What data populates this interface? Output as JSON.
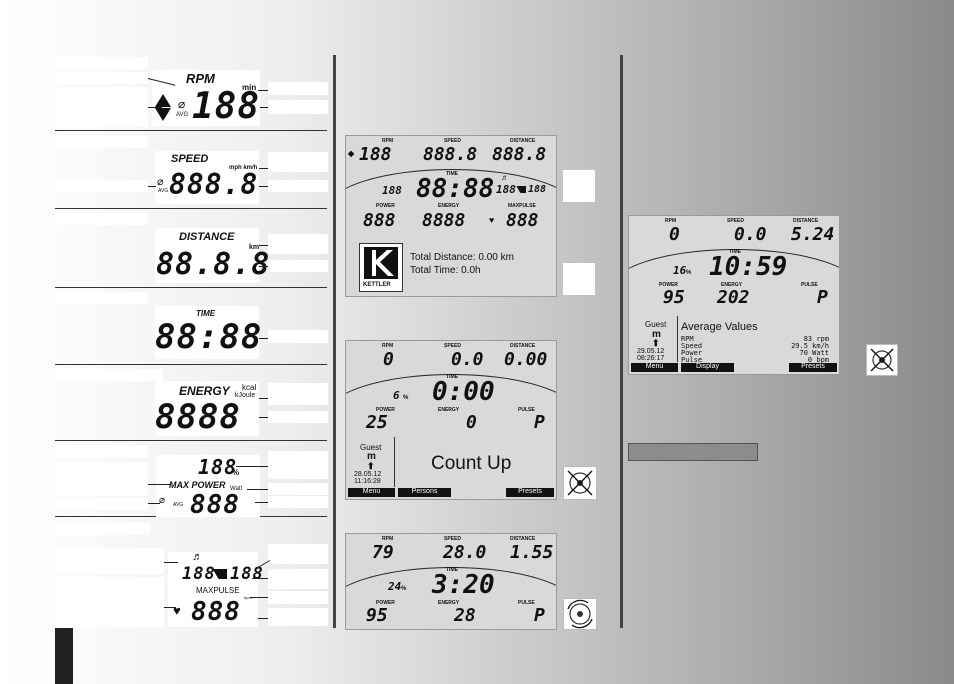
{
  "col1": {
    "rpm": {
      "label": "RPM",
      "unit": "min",
      "avg": "AVG",
      "digits": "188"
    },
    "speed": {
      "label": "SPEED",
      "unit": "mph km/h",
      "avg": "AVG",
      "digits": "888.8"
    },
    "distance": {
      "label": "DISTANCE",
      "unit": "km",
      "digits": "88.8.8"
    },
    "time": {
      "label": "TIME",
      "digits": "88:88"
    },
    "energy": {
      "label": "ENERGY",
      "unit1": "kcal",
      "unit2": "kJoule",
      "digits": "8888"
    },
    "power": {
      "pct_digits": "188",
      "pct": "%",
      "label": "MAX POWER",
      "unit": "Watt",
      "avg": "AVG",
      "digits": "888"
    },
    "pulse": {
      "left": "188",
      "right": "188",
      "label": "MAXPULSE",
      "unit": "bpm",
      "digits": "888"
    }
  },
  "disp1": {
    "h_rpm": "RPM",
    "h_speed": "SPEED",
    "h_distance": "DISTANCE",
    "rpm": "188",
    "speed": "888.8",
    "distance": "888.8",
    "h_time": "TIME",
    "pct": "188",
    "time": "88:88",
    "pulse_a": "188",
    "pulse_b": "188",
    "h_power": "POWER",
    "h_energy": "ENERGY",
    "h_maxpulse": "MAXPULSE",
    "power": "888",
    "energy": "8888",
    "maxpulse": "888",
    "logo": "KETTLER",
    "total_distance": "Total Distance: 0.00 km",
    "total_time": "Total Time: 0.0h"
  },
  "disp2": {
    "h_rpm": "RPM",
    "h_speed": "SPEED",
    "h_distance": "DISTANCE",
    "rpm": "0",
    "speed": "0.0",
    "distance": "0.00",
    "h_time": "TIME",
    "pct": "6",
    "pct_sign": "%",
    "time": "0:00",
    "h_power": "POWER",
    "h_energy": "ENERGY",
    "h_pulse": "PULSE",
    "power": "25",
    "energy": "0",
    "pulse": "P",
    "user": "Guest",
    "user_letter": "m",
    "date": "28.05.12",
    "clock": "11:16:28",
    "mode": "Count Up",
    "btn_menu": "Menu",
    "btn_persons": "Persons",
    "btn_presets": "Presets"
  },
  "disp3": {
    "h_rpm": "RPM",
    "h_speed": "SPEED",
    "h_distance": "DISTANCE",
    "rpm": "79",
    "speed": "28.0",
    "distance": "1.55",
    "h_time": "TIME",
    "pct": "24",
    "pct_sign": "%",
    "time": "3:20",
    "h_power": "POWER",
    "h_energy": "ENERGY",
    "h_pulse": "PULSE",
    "power": "95",
    "energy": "28",
    "pulse": "P"
  },
  "disp4": {
    "h_rpm": "RPM",
    "h_speed": "SPEED",
    "h_distance": "DISTANCE",
    "rpm": "0",
    "speed": "0.0",
    "distance": "5.24",
    "h_time": "TIME",
    "pct": "16",
    "pct_sign": "%",
    "time": "10:59",
    "h_power": "POWER",
    "h_energy": "ENERGY",
    "h_pulse": "PULSE",
    "power": "95",
    "energy": "202",
    "pulse": "P",
    "user": "Guest",
    "user_letter": "m",
    "date": "29.05.12",
    "clock": "08:26:17",
    "avg_title": "Average Values",
    "rows": [
      {
        "k": "RPM",
        "v": "83 rpm"
      },
      {
        "k": "Speed",
        "v": "29.5 km/h"
      },
      {
        "k": "Power",
        "v": "70 Watt"
      },
      {
        "k": "Pulse",
        "v": "0 bpm"
      }
    ],
    "btn_menu": "Menu",
    "btn_display": "Display",
    "btn_presets": "Presets"
  },
  "colors": {
    "lcd": "#d9d9d9",
    "text": "#111111",
    "bar": "#111111",
    "grey_bar": "#8c8c8c"
  }
}
